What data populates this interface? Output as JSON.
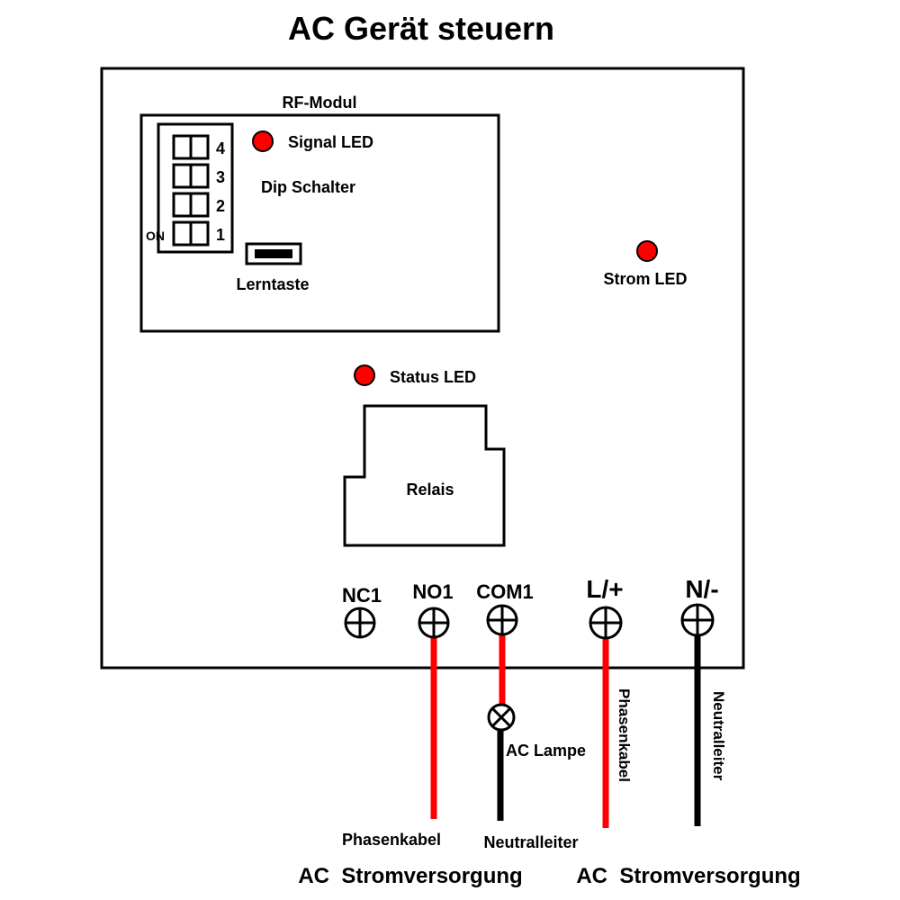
{
  "title": "AC Gerät steuern",
  "rf_module": {
    "label": "RF-Modul",
    "signal_led": "Signal LED",
    "dip_label": "Dip Schalter",
    "dip_numbers": [
      "4",
      "3",
      "2",
      "1"
    ],
    "dip_on": "ON",
    "learn_button": "Lerntaste"
  },
  "strom_led": "Strom LED",
  "status_led": "Status LED",
  "relay": "Relais",
  "terminals": [
    "NC1",
    "NO1",
    "COM1",
    "L/+",
    "N/-"
  ],
  "lamp": "AC Lampe",
  "wires": {
    "phase_left": "Phasenkabel",
    "neutral_left": "Neutralleiter",
    "phase_right": "Phasenkabel",
    "neutral_right": "Neutralleiter"
  },
  "power_left": "AC  Stromversorgung",
  "power_right": "AC  Stromversorgung",
  "colors": {
    "led": "#ff0000",
    "phase_wire": "#ff0000",
    "neutral_wire": "#000000",
    "outline": "#000000"
  }
}
